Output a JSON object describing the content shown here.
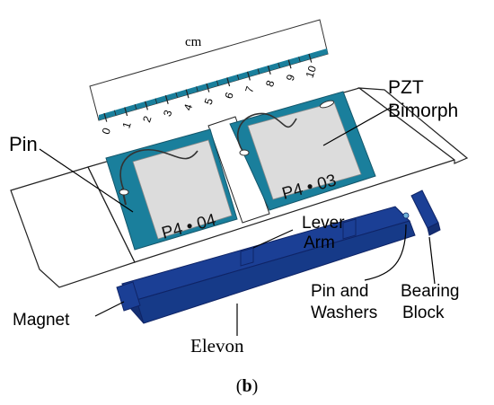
{
  "ruler": {
    "unit": "cm",
    "ticks": [
      "0",
      "1",
      "2",
      "3",
      "4",
      "5",
      "6",
      "7",
      "8",
      "9",
      "10"
    ]
  },
  "labels": {
    "pzt_line1": "PZT",
    "pzt_line2": "Bimorph",
    "pin": "Pin",
    "lever_line1": "Lever",
    "lever_line2": "Arm",
    "pin_washers_line1": "Pin and",
    "pin_washers_line2": "Washers",
    "bearing_line1": "Bearing",
    "bearing_line2": "Block",
    "magnet": "Magnet",
    "elevon": "Elevon",
    "caption_open": "(",
    "caption_letter": "b",
    "caption_close": ")"
  },
  "plates": {
    "left": "P4 • 04",
    "right": "P4 • 03"
  },
  "colors": {
    "piezo_frame": "#1a7f9c",
    "piezo_plate": "#d9d9d9",
    "elevon": "#1b3f95",
    "ruler_base": "#1a7f9c",
    "housing_fill": "#ffffff",
    "outline": "#222222"
  }
}
